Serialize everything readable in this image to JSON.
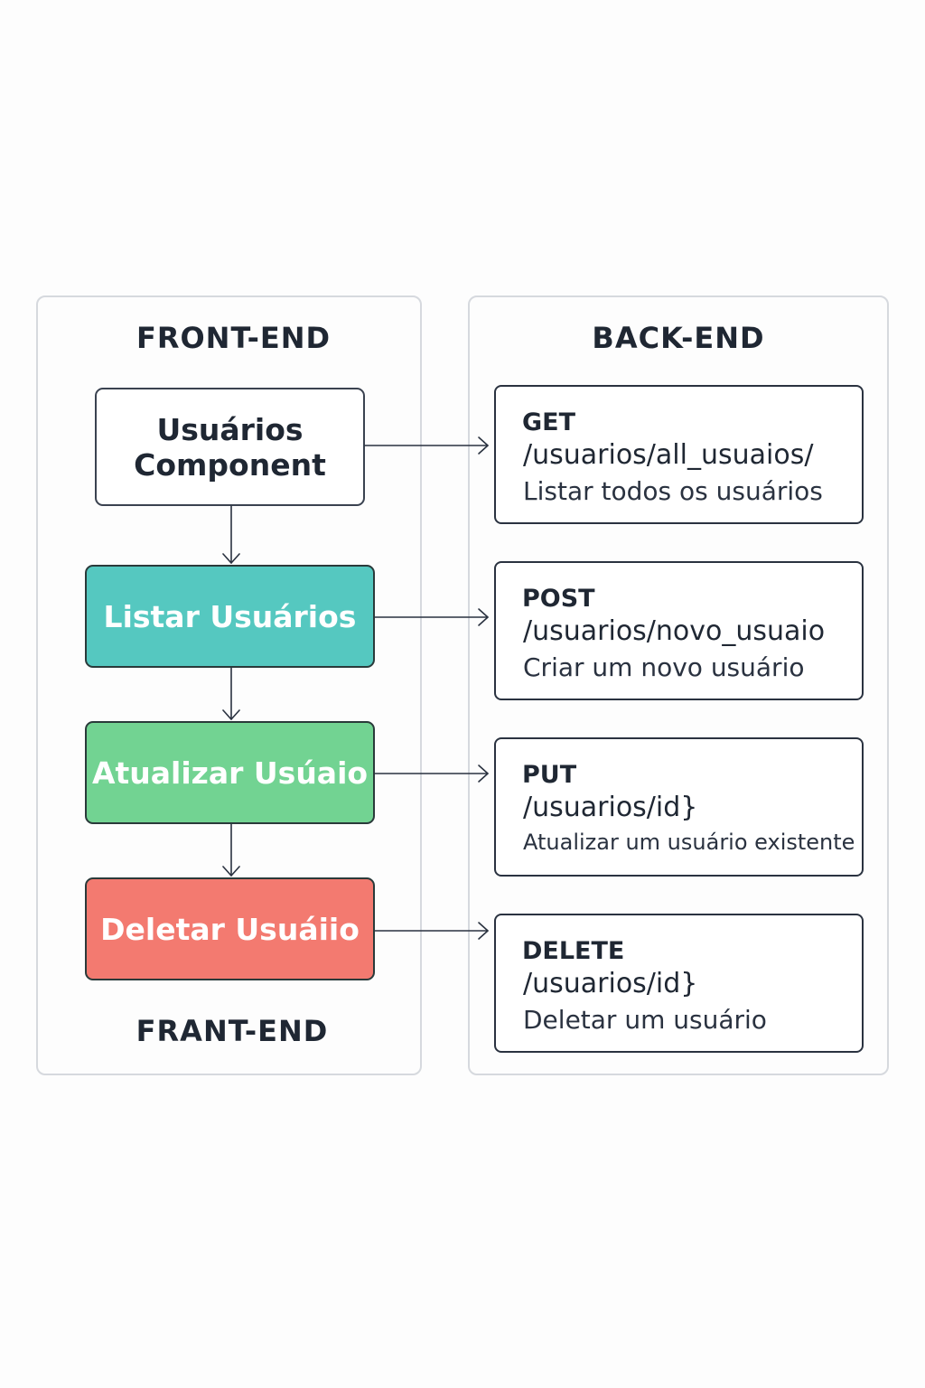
{
  "front_end": {
    "title": "FRONT-END",
    "footer": "FRANT-END",
    "component": {
      "line1": "Usuários",
      "line2": "Component"
    },
    "actions": [
      {
        "label": "Listar Usuários",
        "color": "#55c8c0"
      },
      {
        "label": "Atualizar Usúaio",
        "color": "#72d392"
      },
      {
        "label": "Deletar Usuáiio",
        "color": "#f37a70"
      }
    ]
  },
  "back_end": {
    "title": "BACK-END",
    "endpoints": [
      {
        "method": "GET",
        "path": "/usuarios/all_usuaios/",
        "description": "Listar todos os usuários"
      },
      {
        "method": "POST",
        "path": "/usuarios/novo_usuaio",
        "description": "Criar um novo usuário"
      },
      {
        "method": "PUT",
        "path": "/usuarios/id}",
        "description": "Atualizar um usuário existente"
      },
      {
        "method": "DELETE",
        "path": "/usuarios/id}",
        "description": "Deletar um usuário"
      }
    ]
  }
}
